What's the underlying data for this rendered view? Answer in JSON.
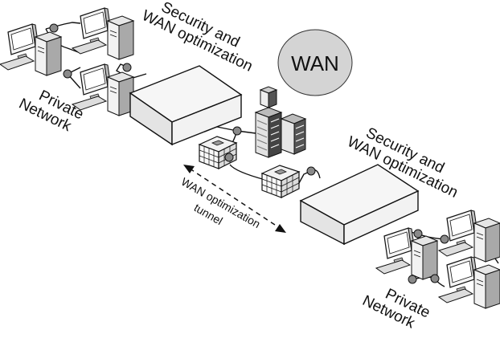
{
  "labels": {
    "wan": "WAN",
    "security_top_line1": "Security and",
    "security_top_line2": "WAN optimization",
    "security_bottom_line1": "Security and",
    "security_bottom_line2": "WAN optimization",
    "private_left_line1": "Private",
    "private_left_line2": "Network",
    "private_right_line1": "Private",
    "private_right_line2": "Network",
    "tunnel_line1": "WAN optimization",
    "tunnel_line2": "tunnel"
  },
  "colors": {
    "line": "#111111",
    "device_face": "#e9e9e9",
    "device_top": "#f6f6f6",
    "device_side": "#cfcfcf",
    "wan_cloud": "#d4d4d4",
    "node": "#8a8a8a"
  },
  "icons": [
    "desktop-computer-icon",
    "office-building-icon",
    "branch-office-icon",
    "appliance-icon",
    "wan-cloud-icon",
    "connection-node-icon"
  ]
}
